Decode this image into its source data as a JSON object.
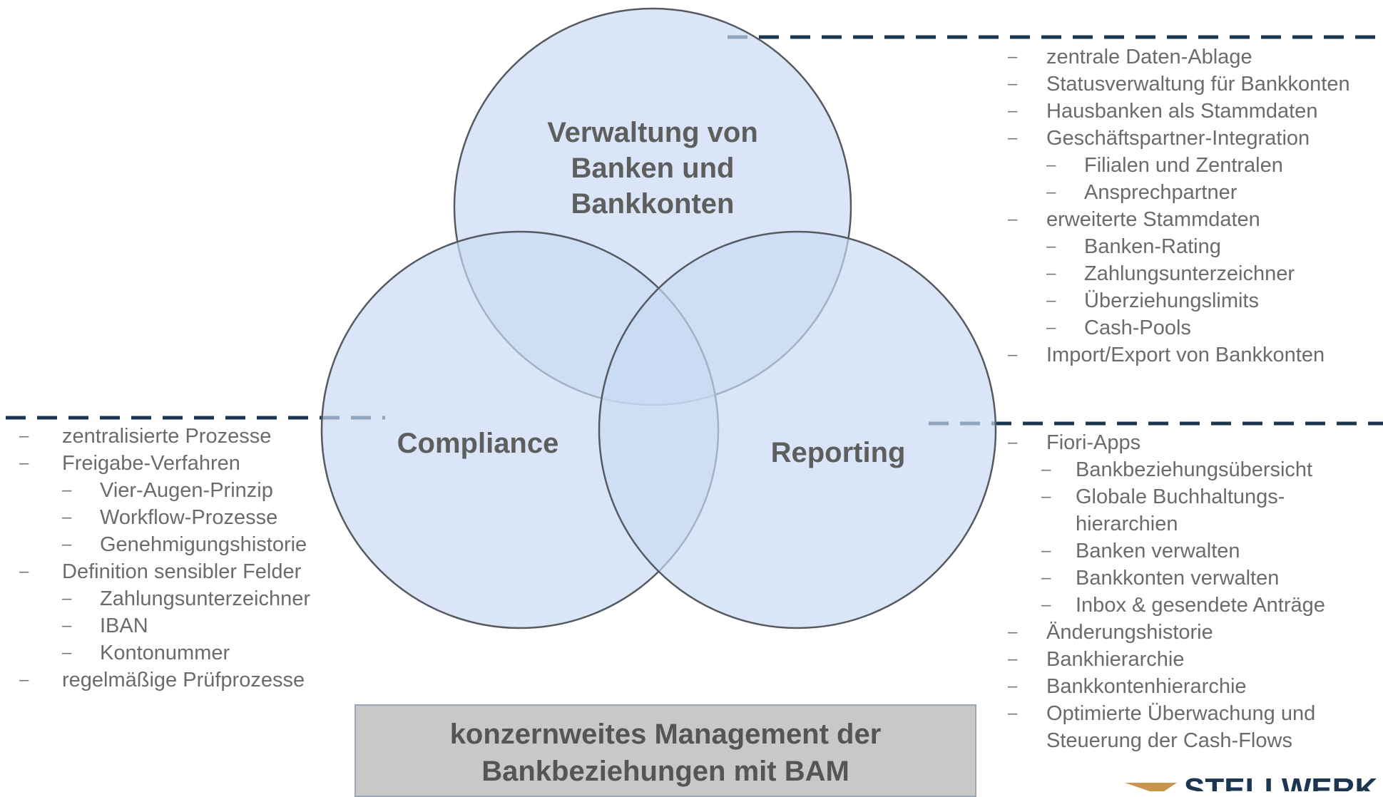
{
  "circles": {
    "top": {
      "title": "Verwaltung von\nBanken und\nBankkonten"
    },
    "left": {
      "title": "Compliance"
    },
    "right": {
      "title": "Reporting"
    }
  },
  "lists": {
    "top": [
      {
        "text": "zentrale Daten-Ablage",
        "level": 1
      },
      {
        "text": "Statusverwaltung für Bankkonten",
        "level": 1
      },
      {
        "text": "Hausbanken als Stammdaten",
        "level": 1
      },
      {
        "text": "Geschäftspartner-Integration",
        "level": 1
      },
      {
        "text": "Filialen und Zentralen",
        "level": 2
      },
      {
        "text": "Ansprechpartner",
        "level": 2
      },
      {
        "text": "erweiterte Stammdaten",
        "level": 1
      },
      {
        "text": "Banken-Rating",
        "level": 2
      },
      {
        "text": "Zahlungsunterzeichner",
        "level": 2
      },
      {
        "text": "Überziehungslimits",
        "level": 2
      },
      {
        "text": "Cash-Pools",
        "level": 2
      },
      {
        "text": "Import/Export von Bankkonten",
        "level": 1
      }
    ],
    "left": [
      {
        "text": "zentralisierte Prozesse",
        "level": 1
      },
      {
        "text": "Freigabe-Verfahren",
        "level": 1
      },
      {
        "text": "Vier-Augen-Prinzip",
        "level": 2
      },
      {
        "text": "Workflow-Prozesse",
        "level": 2
      },
      {
        "text": "Genehmigungshistorie",
        "level": 2
      },
      {
        "text": "Definition sensibler Felder",
        "level": 1
      },
      {
        "text": "Zahlungsunterzeichner",
        "level": 2
      },
      {
        "text": "IBAN",
        "level": 2
      },
      {
        "text": "Kontonummer",
        "level": 2
      },
      {
        "text": "regelmäßige Prüfprozesse",
        "level": 1
      }
    ],
    "right": [
      {
        "text": "Fiori-Apps",
        "level": 1
      },
      {
        "text": "Bankbeziehungsübersicht",
        "level": 2
      },
      {
        "text": "Globale Buchhaltungs-\nhierarchien",
        "level": 2
      },
      {
        "text": "Banken verwalten",
        "level": 2
      },
      {
        "text": "Bankkonten verwalten",
        "level": 2
      },
      {
        "text": "Inbox & gesendete Anträge",
        "level": 2
      },
      {
        "text": "Änderungshistorie",
        "level": 1
      },
      {
        "text": "Bankhierarchie",
        "level": 1
      },
      {
        "text": "Bankkontenhierarchie",
        "level": 1
      },
      {
        "text": "Optimierte Überwachung und\nSteuerung der Cash-Flows",
        "level": 1
      }
    ]
  },
  "bottom_box": {
    "text": "konzernweites Management der\nBankbeziehungen mit BAM"
  },
  "logo": {
    "text": "STELLWERK",
    "color": "#1c3550",
    "accent": "#c8964e"
  },
  "colors": {
    "circle_fill": "#c9daf3",
    "dash": "#1c3550",
    "text": "#6b6b6b"
  }
}
